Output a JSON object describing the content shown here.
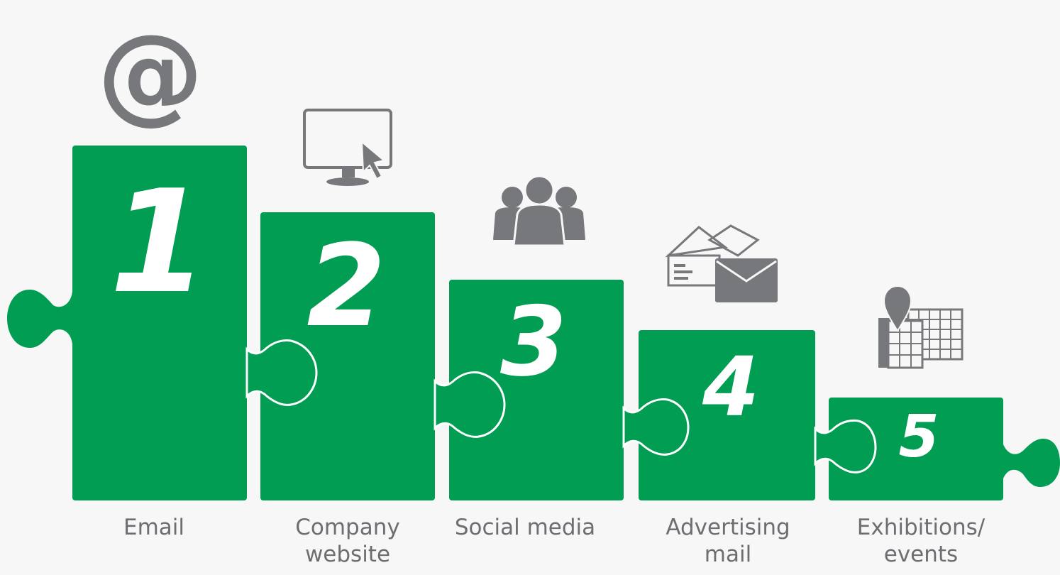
{
  "colors": {
    "block": "#009d52",
    "icon": "#77787b",
    "label": "#6d6e71",
    "background": "#f7f7f7"
  },
  "steps": [
    {
      "number": "1",
      "label_lines": [
        "Email"
      ],
      "icon": "at-sign-icon"
    },
    {
      "number": "2",
      "label_lines": [
        "Company",
        "website"
      ],
      "icon": "monitor-cursor-icon"
    },
    {
      "number": "3",
      "label_lines": [
        "Social media"
      ],
      "icon": "people-group-icon"
    },
    {
      "number": "4",
      "label_lines": [
        "Advertising",
        "mail"
      ],
      "icon": "envelopes-icon"
    },
    {
      "number": "5",
      "label_lines": [
        "Exhibitions/",
        "events"
      ],
      "icon": "location-calendar-icon"
    }
  ]
}
